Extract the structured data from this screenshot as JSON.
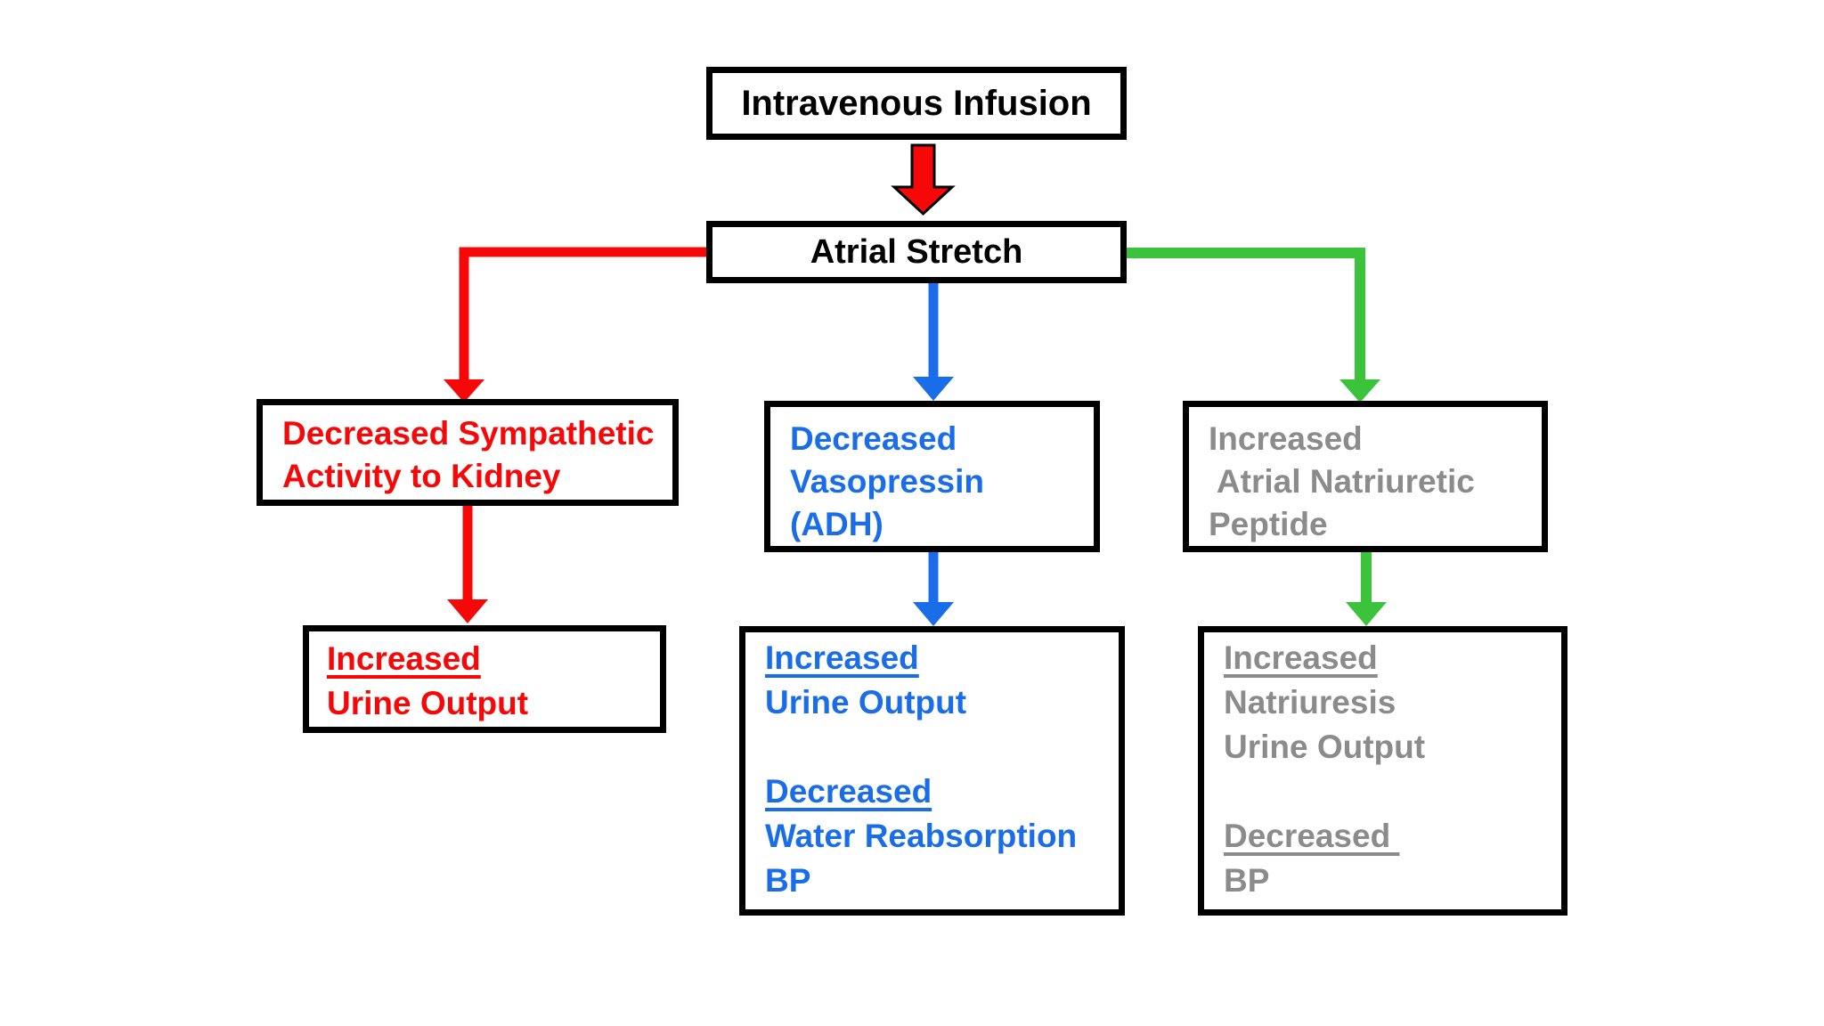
{
  "colors": {
    "red": "#f70808",
    "blue": "#1a6de8",
    "green": "#3bc43b",
    "gray": "#8b8b8b",
    "border": "#000000",
    "background": "#ffffff"
  },
  "flowchart": {
    "root": {
      "label": "Intravenous Infusion"
    },
    "trigger": {
      "label": "Atrial Stretch"
    },
    "branches": {
      "sympathetic": {
        "cause": {
          "line1": "Decreased Sympathetic",
          "line2": "Activity to Kidney"
        },
        "effect": {
          "line1": "Increased",
          "line2": "Urine Output"
        }
      },
      "vasopressin": {
        "cause": {
          "line1": "Decreased",
          "line2": "Vasopressin",
          "line3": "(ADH)"
        },
        "effect": {
          "line1": "Increased",
          "line2": "Urine Output",
          "line3": "Decreased",
          "line4": "Water Reabsorption",
          "line5": "BP"
        }
      },
      "anp": {
        "cause": {
          "line1": "Increased",
          "line2": " Atrial Natriuretic",
          "line3": "Peptide"
        },
        "effect": {
          "line1": "Increased",
          "line2": "Natriuresis",
          "line3": "Urine Output",
          "line4": "Decreased ",
          "line5": "BP"
        }
      }
    }
  }
}
